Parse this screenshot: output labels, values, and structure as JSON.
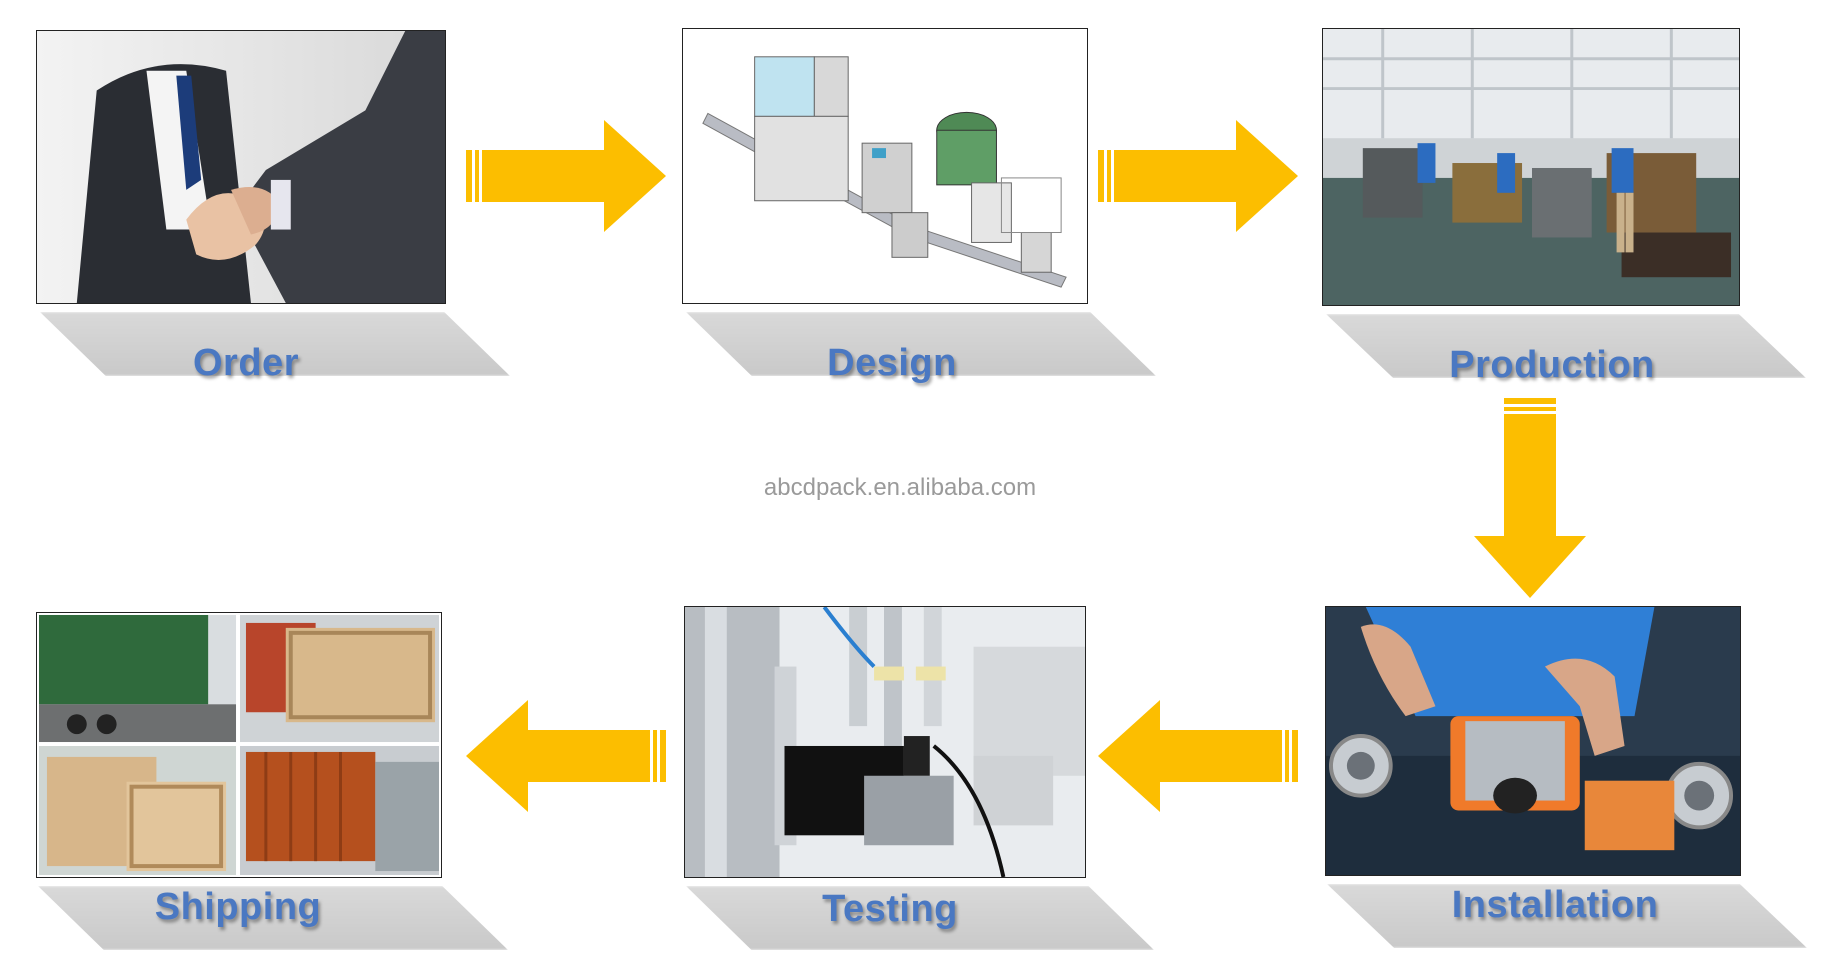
{
  "watermark": "abcdpack.en.alibaba.com",
  "colors": {
    "arrow": "#fcbe00",
    "label": "#4a78c2",
    "plate": "#cfcfcf"
  },
  "steps": [
    {
      "label": "Order",
      "image": "handshake-photo"
    },
    {
      "label": "Design",
      "image": "cad-design-drawing"
    },
    {
      "label": "Production",
      "image": "factory-workshop-photo"
    },
    {
      "label": "Installation",
      "image": "valve-assembly-photo"
    },
    {
      "label": "Testing",
      "image": "machine-testing-photo"
    },
    {
      "label": "Shipping",
      "image": "shipping-containers-collage"
    }
  ],
  "arrows": [
    {
      "from": "Order",
      "to": "Design",
      "direction": "right"
    },
    {
      "from": "Design",
      "to": "Production",
      "direction": "right"
    },
    {
      "from": "Production",
      "to": "Installation",
      "direction": "down"
    },
    {
      "from": "Installation",
      "to": "Testing",
      "direction": "left"
    },
    {
      "from": "Testing",
      "to": "Shipping",
      "direction": "left"
    }
  ]
}
